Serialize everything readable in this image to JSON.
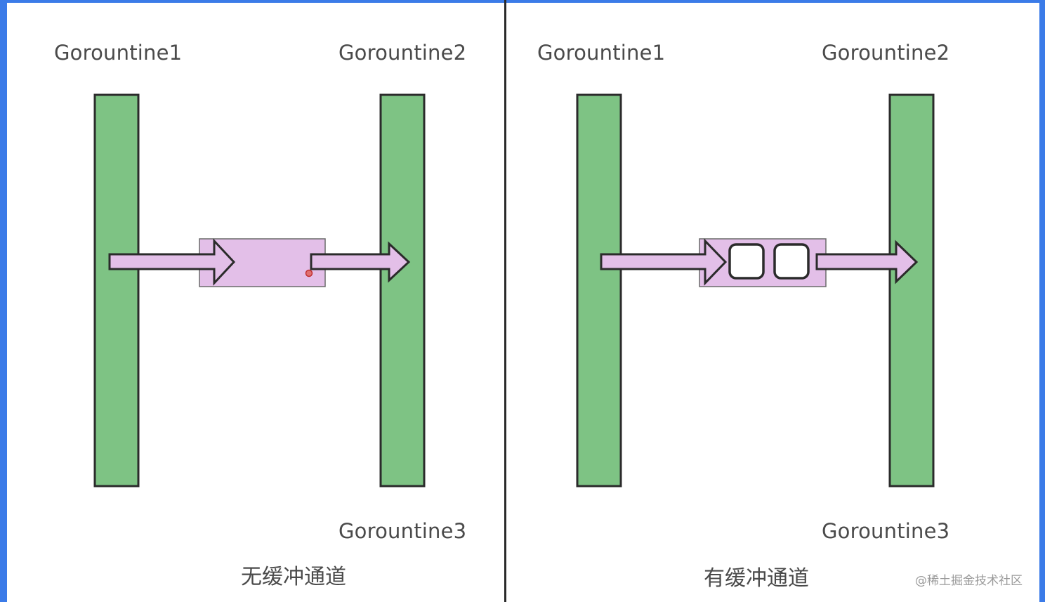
{
  "left_panel": {
    "label_g1": "Gorountine1",
    "label_g2": "Gorountine2",
    "label_g3": "Gorountine3",
    "caption": "无缓冲通道"
  },
  "right_panel": {
    "label_g1": "Gorountine1",
    "label_g2": "Gorountine2",
    "label_g3": "Gorountine3",
    "caption": "有缓冲通道"
  },
  "watermark": "@稀土掘金技术社区",
  "colors": {
    "goroutine_fill": "#7ec384",
    "channel_fill": "#e3bfe8",
    "arrow_fill": "#e3bfe8",
    "outline": "#2b2b2b",
    "accent_edge": "#3b7be8"
  }
}
